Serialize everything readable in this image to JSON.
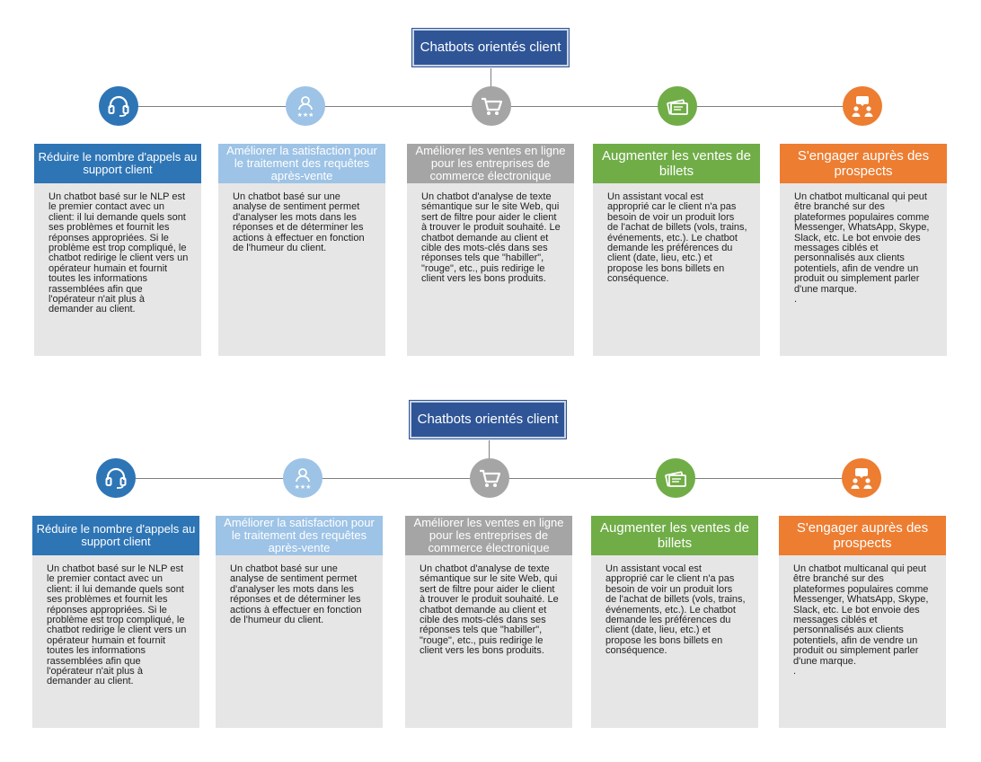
{
  "diagrams": [
    {
      "title": "Chatbots orientés client",
      "columns": [
        {
          "heading": "Réduire le nombre d'appels au support client",
          "text": "Un chatbot basé sur le NLP est le premier contact avec un client: il lui demande quels sont ses problèmes et fournit les réponses appropriées. Si le problème est trop compliqué, le chatbot redirige le client vers un opérateur humain et fournit toutes les informations rassemblées afin que l'opérateur n'ait plus à demander au client.",
          "icon": "headset-icon",
          "color": "#2e75b6"
        },
        {
          "heading": "Améliorer la satisfaction pour le traitement des requêtes après-vente",
          "text": "Un chatbot basé sur une analyse de sentiment permet d'analyser les mots dans les réponses et de déterminer les actions à effectuer en fonction de l'humeur du client.",
          "icon": "user-rating-icon",
          "color": "#9dc3e6"
        },
        {
          "heading": "Améliorer les ventes en ligne pour les entreprises de commerce électronique",
          "text": "Un chatbot d'analyse de texte sémantique sur le site Web, qui sert de filtre pour aider le client à trouver le produit souhaité. Le chatbot demande au client et cible des mots-clés dans ses réponses tels que \"habiller\", \"rouge\", etc., puis redirige le client vers les bons produits.",
          "icon": "shopping-cart-icon",
          "color": "#a5a5a5"
        },
        {
          "heading": "Augmenter les ventes de billets",
          "text": "Un assistant vocal est approprié car le client n'a pas besoin de voir un produit lors de l'achat de billets (vols, trains, événements, etc.). Le chatbot demande les préférences du client (date, lieu, etc.) et propose les bons billets en conséquence.",
          "icon": "tickets-icon",
          "color": "#70ad47"
        },
        {
          "heading": "S'engager auprès des prospects",
          "text": "Un chatbot multicanal qui peut être branché sur des plateformes populaires comme Messenger, WhatsApp, Skype, Slack, etc. Le bot envoie des messages ciblés et personnalisés aux clients potentiels, afin de vendre un produit ou simplement parler d'une marque.\n.",
          "icon": "chat-people-icon",
          "color": "#ed7d31"
        }
      ]
    },
    {
      "title": "Chatbots orientés client",
      "columns": [
        {
          "heading": "Réduire le nombre d'appels au support client",
          "text": "Un chatbot basé sur le NLP est le premier contact avec un client: il lui demande quels sont ses problèmes et fournit les réponses appropriées. Si le problème est trop compliqué, le chatbot redirige le client vers un opérateur humain et fournit toutes les informations rassemblées afin que l'opérateur n'ait plus à demander au client.",
          "icon": "headset-icon",
          "color": "#2e75b6"
        },
        {
          "heading": "Améliorer la satisfaction pour le traitement des requêtes après-vente",
          "text": "Un chatbot basé sur une analyse de sentiment permet d'analyser les mots dans les réponses et de déterminer les actions à effectuer en fonction de l'humeur du client.",
          "icon": "user-rating-icon",
          "color": "#9dc3e6"
        },
        {
          "heading": "Améliorer les ventes en ligne pour les entreprises de commerce électronique",
          "text": "Un chatbot d'analyse de texte sémantique sur le site Web, qui sert de filtre pour aider le client à trouver le produit souhaité. Le chatbot demande au client et cible des mots-clés dans ses réponses tels que \"habiller\", \"rouge\", etc., puis redirige le client vers les bons produits.",
          "icon": "shopping-cart-icon",
          "color": "#a5a5a5"
        },
        {
          "heading": "Augmenter les ventes de billets",
          "text": "Un assistant vocal est approprié car le client n'a pas besoin de voir un produit lors de l'achat de billets (vols, trains, événements, etc.). Le chatbot demande les préférences du client (date, lieu, etc.) et propose les bons billets en conséquence.",
          "icon": "tickets-icon",
          "color": "#70ad47"
        },
        {
          "heading": "S'engager auprès des prospects",
          "text": "Un chatbot multicanal qui peut être branché sur des plateformes populaires comme Messenger, WhatsApp, Skype, Slack, etc. Le bot envoie des messages ciblés et personnalisés aux clients potentiels, afin de vendre un produit ou simplement parler d'une marque.\n.",
          "icon": "chat-people-icon",
          "color": "#ed7d31"
        }
      ]
    }
  ]
}
